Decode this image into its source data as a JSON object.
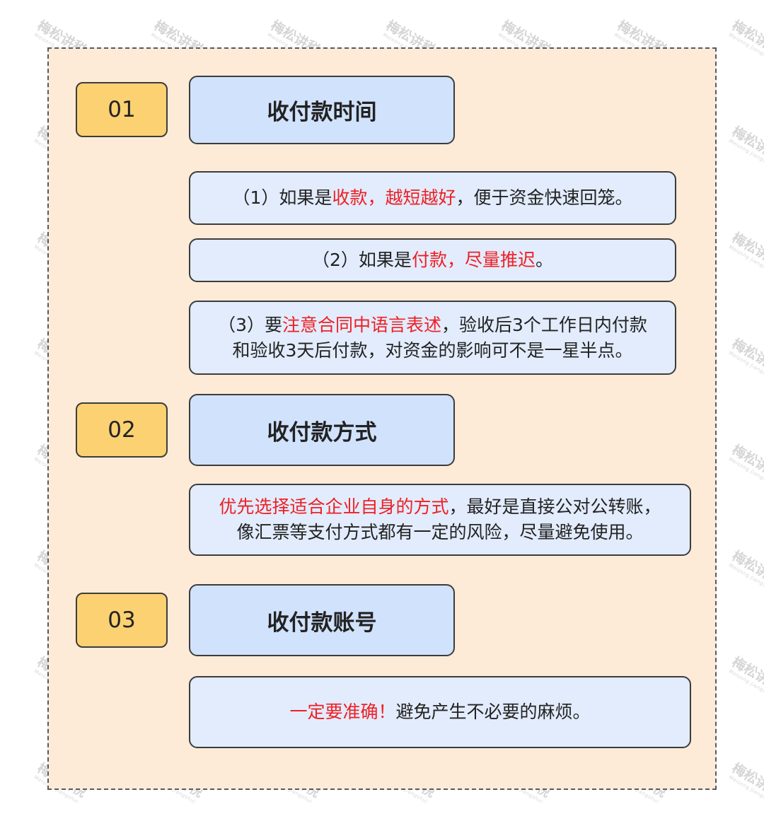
{
  "watermark": {
    "text": "梅松讲税",
    "subtext": "Meisong Jiangshui"
  },
  "colors": {
    "panel_background": "#fdebd8",
    "number_badge": "#fcd172",
    "title_box": "#d1e2fd",
    "content_box": "#e2ecfc",
    "highlight_text": "#ee1f24"
  },
  "sections": [
    {
      "number": "01",
      "title": "收付款时间",
      "items": [
        {
          "lines": [
            [
              {
                "t": "（1）如果是"
              },
              {
                "t": "收款，越短越好",
                "hl": true
              },
              {
                "t": "，便于资金快速回笼。"
              }
            ]
          ]
        },
        {
          "lines": [
            [
              {
                "t": "（2）如果是"
              },
              {
                "t": "付款，尽量推迟",
                "hl": true
              },
              {
                "t": "。"
              }
            ]
          ]
        },
        {
          "lines": [
            [
              {
                "t": "（3）要"
              },
              {
                "t": "注意合同中语言表述",
                "hl": true
              },
              {
                "t": "，验收后3个工作日内付款"
              }
            ],
            [
              {
                "t": "和验收3天后付款，对资金的影响可不是一星半点。"
              }
            ]
          ]
        }
      ]
    },
    {
      "number": "02",
      "title": "收付款方式",
      "items": [
        {
          "lines": [
            [
              {
                "t": "优先选择适合企业自身的方式",
                "hl": true
              },
              {
                "t": "，最好是直接公对公转账，"
              }
            ],
            [
              {
                "t": "像汇票等支付方式都有一定的风险，尽量避免使用。"
              }
            ]
          ]
        }
      ]
    },
    {
      "number": "03",
      "title": "收付款账号",
      "items": [
        {
          "lines": [
            [
              {
                "t": "一定要准确！",
                "hl": true
              },
              {
                "t": "避免产生不必要的麻烦。"
              }
            ]
          ]
        }
      ]
    }
  ]
}
